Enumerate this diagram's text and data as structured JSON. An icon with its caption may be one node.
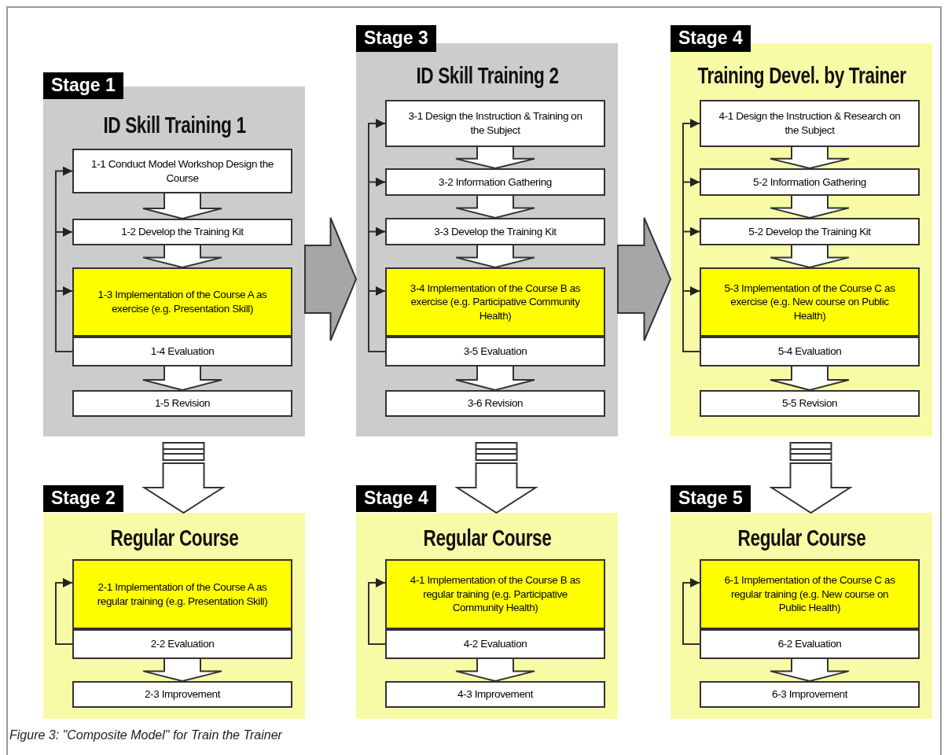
{
  "diagram": {
    "caption": "Figure 3: \"Composite Model\" for Train the Trainer",
    "nodes": [
      {
        "text": [
          "Stage 1",
          "ID Skill Training 1"
        ]
      },
      {
        "text": [
          "1-1 Conduct Model Workshop Design the Course"
        ],
        "in": 0
      },
      {
        "text": [
          "1-2 Develop the Training Kit"
        ],
        "in": 0
      },
      {
        "text": [
          "1-3 Implementation of the Course A as exercise (e.g. Presentation Skill)"
        ],
        "in": 0
      },
      {
        "text": [
          "1-4 Evaluation"
        ],
        "in": 0
      },
      {
        "text": [
          "1-5 Revision"
        ],
        "in": 0
      },
      {
        "text": [
          "Stage 3",
          "ID Skill Training 2"
        ]
      },
      {
        "text": [
          "3-1 Design the Instruction & Training on the Subject"
        ],
        "in": 6
      },
      {
        "text": [
          "3-2 Information Gathering"
        ],
        "in": 6
      },
      {
        "text": [
          "3-3 Develop the Training Kit"
        ],
        "in": 6
      },
      {
        "text": [
          "3-4 Implementation of the Course B as exercise (e.g. Participative Community Health)"
        ],
        "in": 6
      },
      {
        "text": [
          "3-5 Evaluation"
        ],
        "in": 6
      },
      {
        "text": [
          "3-6 Revision"
        ],
        "in": 6
      },
      {
        "text": [
          "Stage 4",
          "Training Devel. by Trainer"
        ]
      },
      {
        "text": [
          "4-1 Design the Instruction & Research on the Subject"
        ],
        "in": 13
      },
      {
        "text": [
          "5-2 Information Gathering"
        ],
        "in": 13
      },
      {
        "text": [
          "5-2 Develop the Training Kit"
        ],
        "in": 13
      },
      {
        "text": [
          "5-3 Implementation of the Course C as exercise (e.g. New course on Public Health)"
        ],
        "in": 13
      },
      {
        "text": [
          "5-4 Evaluation"
        ],
        "in": 13
      },
      {
        "text": [
          "5-5 Revision"
        ],
        "in": 13
      },
      {
        "text": [
          "Stage 2",
          "Regular Course"
        ]
      },
      {
        "text": [
          "2-1 Implementation of the Course A as regular training (e.g. Presentation Skill)"
        ],
        "in": 20
      },
      {
        "text": [
          "2-2 Evaluation"
        ],
        "in": 20
      },
      {
        "text": [
          "2-3 Improvement"
        ],
        "in": 20
      },
      {
        "text": [
          "Stage 4",
          "Regular Course"
        ]
      },
      {
        "text": [
          "4-1 Implementation of the Course B as regular training (e.g. Participative Community Health)"
        ],
        "in": 24
      },
      {
        "text": [
          "4-2 Evaluation"
        ],
        "in": 24
      },
      {
        "text": [
          "4-3 Improvement"
        ],
        "in": 24
      },
      {
        "text": [
          "Stage 5",
          "Regular Course"
        ]
      },
      {
        "text": [
          "6-1 Implementation of the Course C as regular training (e.g. New course on Public Health)"
        ],
        "in": 28
      },
      {
        "text": [
          "6-2 Evaluation"
        ],
        "in": 28
      },
      {
        "text": [
          "6-3 Improvement"
        ],
        "in": 28
      }
    ],
    "edges": [
      {
        "from": 1,
        "to": 2,
        "arrow": "to",
        "style": "thick"
      },
      {
        "from": 2,
        "to": 3,
        "arrow": "to",
        "style": "thick"
      },
      {
        "from": 4,
        "to": 5,
        "arrow": "to",
        "style": "thick"
      },
      {
        "from": 4,
        "to": 1,
        "arrow": "to"
      },
      {
        "from": 4,
        "to": 2,
        "arrow": "to"
      },
      {
        "from": 4,
        "to": 3,
        "arrow": "to"
      },
      {
        "from": 7,
        "to": 8,
        "arrow": "to",
        "style": "thick"
      },
      {
        "from": 8,
        "to": 9,
        "arrow": "to",
        "style": "thick"
      },
      {
        "from": 9,
        "to": 10,
        "arrow": "to",
        "style": "thick"
      },
      {
        "from": 11,
        "to": 12,
        "arrow": "to",
        "style": "thick"
      },
      {
        "from": 11,
        "to": 7,
        "arrow": "to"
      },
      {
        "from": 11,
        "to": 8,
        "arrow": "to"
      },
      {
        "from": 11,
        "to": 9,
        "arrow": "to"
      },
      {
        "from": 11,
        "to": 10,
        "arrow": "to"
      },
      {
        "from": 14,
        "to": 15,
        "arrow": "to",
        "style": "thick"
      },
      {
        "from": 15,
        "to": 16,
        "arrow": "to",
        "style": "thick"
      },
      {
        "from": 16,
        "to": 17,
        "arrow": "to",
        "style": "thick"
      },
      {
        "from": 18,
        "to": 19,
        "arrow": "to",
        "style": "thick"
      },
      {
        "from": 18,
        "to": 14,
        "arrow": "to"
      },
      {
        "from": 18,
        "to": 15,
        "arrow": "to"
      },
      {
        "from": 18,
        "to": 16,
        "arrow": "to"
      },
      {
        "from": 18,
        "to": 17,
        "arrow": "to"
      },
      {
        "from": 22,
        "to": 23,
        "arrow": "to",
        "style": "thick"
      },
      {
        "from": 22,
        "to": 21,
        "arrow": "to"
      },
      {
        "from": 26,
        "to": 27,
        "arrow": "to",
        "style": "thick"
      },
      {
        "from": 26,
        "to": 25,
        "arrow": "to"
      },
      {
        "from": 30,
        "to": 31,
        "arrow": "to",
        "style": "thick"
      },
      {
        "from": 30,
        "to": 29,
        "arrow": "to"
      },
      {
        "from": 0,
        "to": 6,
        "arrow": "to",
        "style": "thick",
        "color": "#a6a6a6"
      },
      {
        "from": 6,
        "to": 13,
        "arrow": "to",
        "style": "thick",
        "color": "#a6a6a6"
      },
      {
        "from": 0,
        "to": 20,
        "arrow": "to",
        "style": "thick"
      },
      {
        "from": 6,
        "to": 24,
        "arrow": "to",
        "style": "thick"
      },
      {
        "from": 13,
        "to": 28,
        "arrow": "to",
        "style": "thick"
      }
    ]
  }
}
